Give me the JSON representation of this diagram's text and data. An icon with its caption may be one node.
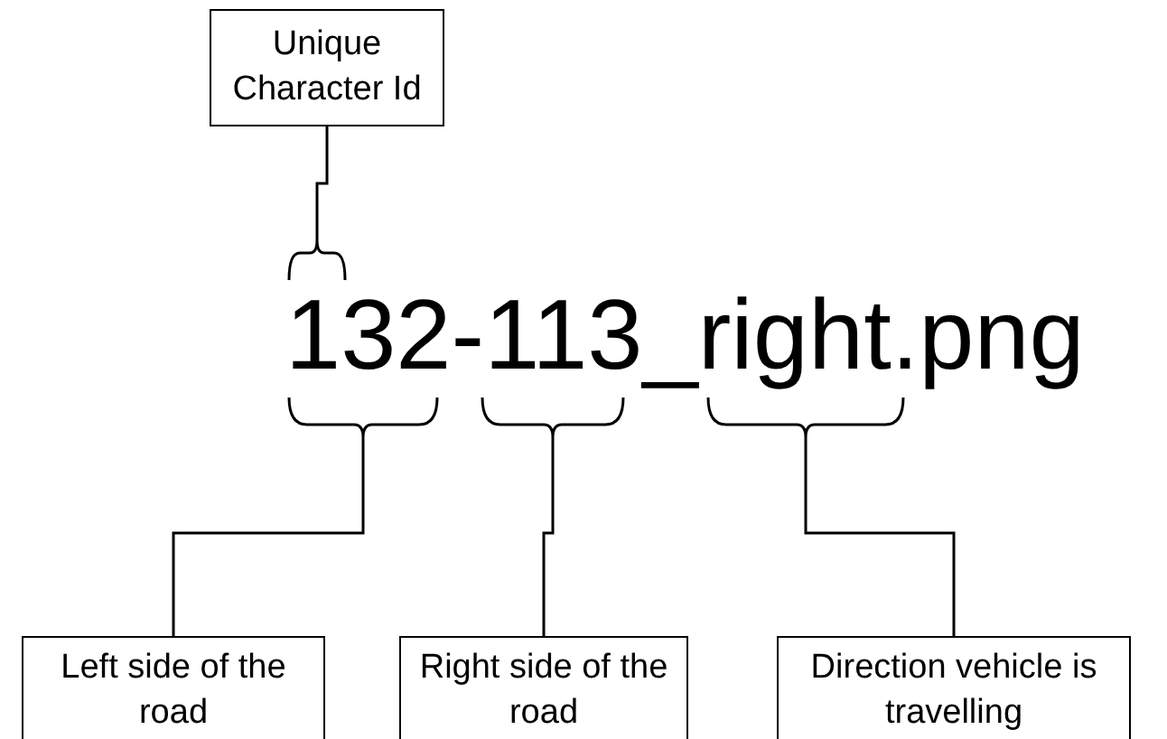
{
  "diagram": {
    "nodes": [
      {
        "text": [
          "Unique Character Id"
        ]
      },
      {
        "text": [],
        "shape": "bracket"
      },
      {
        "text": [],
        "shape": "bracket"
      },
      {
        "text": [],
        "shape": "bracket"
      },
      {
        "text": [],
        "shape": "bracket"
      },
      {
        "text": [
          "Left side of the road"
        ]
      },
      {
        "text": [
          "Right side of the road"
        ]
      },
      {
        "text": [
          "Direction vehicle is travelling"
        ]
      }
    ],
    "edges": [
      {
        "from": 0,
        "to": 1,
        "arrow": "none"
      },
      {
        "from": 5,
        "to": 2,
        "arrow": "none"
      },
      {
        "from": 6,
        "to": 3,
        "arrow": "none"
      },
      {
        "from": 7,
        "to": 4,
        "arrow": "none"
      }
    ],
    "labels": [
      "132-113_right.png"
    ]
  }
}
